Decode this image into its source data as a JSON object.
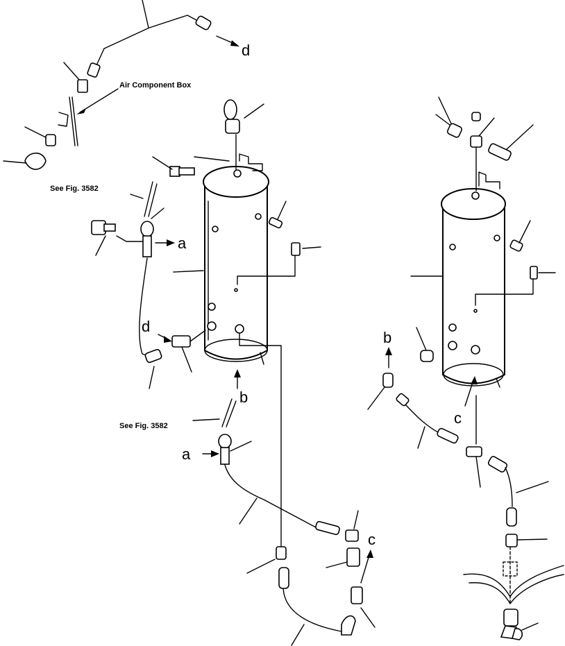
{
  "labels": {
    "air_component_box": "Air Component Box",
    "see_fig_1": "See Fig. 3582",
    "see_fig_2": "See Fig. 3582"
  },
  "letters": {
    "d_top": "d",
    "d_mid": "d",
    "a_upper": "a",
    "a_lower": "a",
    "b_center": "b",
    "b_right": "b",
    "c_lower": "c",
    "c_right": "c"
  }
}
